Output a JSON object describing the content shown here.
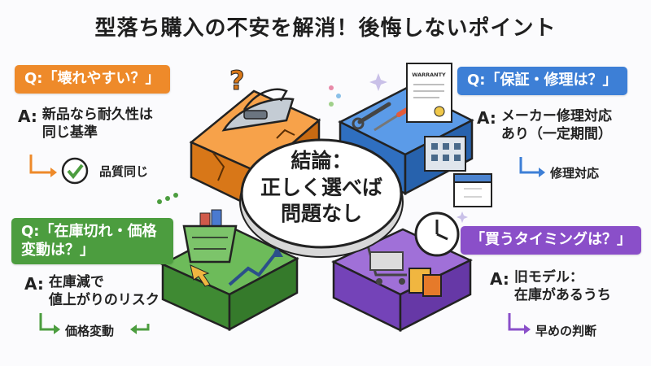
{
  "title": "型落ち購入の不安を解消！後悔しないポイント",
  "center": {
    "line1": "結論：",
    "line2": "正しく選べば",
    "line3": "問題なし"
  },
  "quadrants": {
    "durability": {
      "question": "Q:「壊れやすい？」",
      "answer_label": "A:",
      "answer_line1": "新品なら耐久性は",
      "answer_line2": "同じ基準",
      "result": "品質同じ",
      "color": "#ee8a2a"
    },
    "warranty": {
      "question": "Q:「保証・修理は？」",
      "answer_label": "A:",
      "answer_line1": "メーカー修理対応",
      "answer_line2": "あり（一定期間）",
      "result": "修理対応",
      "color": "#3d7fd6",
      "certificate_text": "WARRANTY"
    },
    "stock": {
      "question": "Q:「在庫切れ・価格変動は？」",
      "answer_label": "A:",
      "answer_line1": "在庫減で",
      "answer_line2": "値上がりのリスク",
      "result": "価格変動",
      "color": "#4c9d3f"
    },
    "timing": {
      "question": "「買うタイミングは？」",
      "answer_label": "A:",
      "answer_line1": "旧モデル：",
      "answer_line2": "在庫があるうち",
      "result": "早めの判断",
      "color": "#8a4fc9"
    }
  }
}
